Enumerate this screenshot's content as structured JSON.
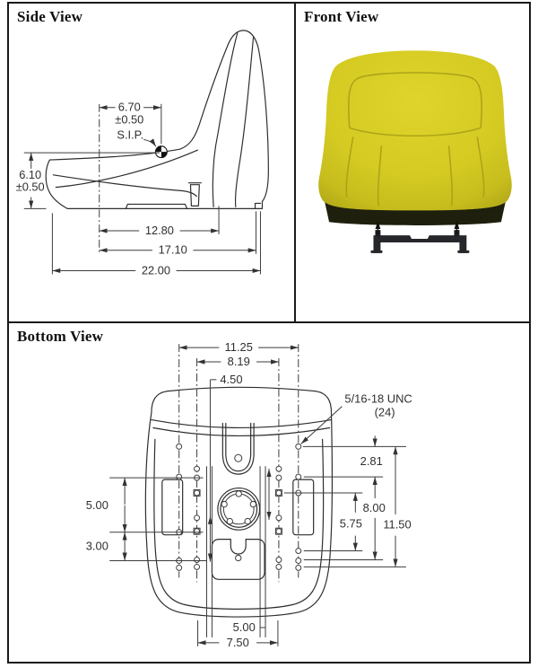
{
  "sheet": {
    "background": "#ffffff",
    "border_color": "#1a1a1a",
    "line_color": "#3c3c3c"
  },
  "side_view": {
    "title": "Side View",
    "sip_label": "S.I.P.",
    "dims": {
      "sip_setback": "6.70",
      "sip_setback_tol": "±0.50",
      "seat_height": "6.10",
      "seat_height_tol": "±0.50",
      "track_length": "12.80",
      "base_length": "17.10",
      "overall_depth": "22.00"
    }
  },
  "front_view": {
    "title": "Front View",
    "seat_color": "#d6cc22",
    "seat_shadow_color": "#a9a016",
    "skirt_color": "#1e1f0d",
    "bracket_color": "#26272b"
  },
  "bottom_view": {
    "title": "Bottom View",
    "thread_callout": {
      "line1": "5/16-18 UNC",
      "line2": "(24)"
    },
    "dims": {
      "outer_pattern_width": "11.25",
      "inner_pattern_width": "8.19",
      "slot_spacing_top": "4.50",
      "front_row_offset": "2.81",
      "mid_span": "8.00",
      "slot_row_span": "5.75",
      "overall_pattern_length": "11.50",
      "left_upper_span": "5.00",
      "left_lower_span": "3.00",
      "bottom_slot_spacing": "5.00",
      "bottom_pattern_width": "7.50"
    }
  }
}
